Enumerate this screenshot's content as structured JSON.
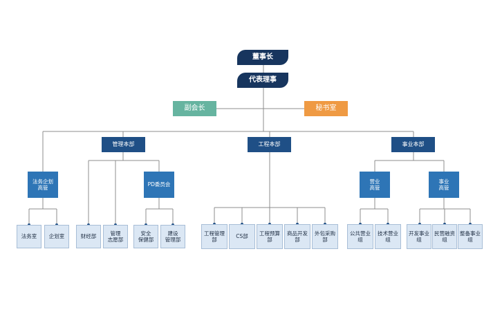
{
  "chairman": "董事长",
  "representative": "代表理事",
  "vice_chairman": "副会长",
  "secretary_office": "秘书室",
  "divisions": {
    "management": {
      "title": "管理本部",
      "legal_planning": "法务企划\n高管",
      "pd_committee": "PD委员会",
      "legal_office": "法务室",
      "planning_office": "企划室",
      "finance": "财经部",
      "management_volunteer": "管理\n志愿部",
      "safety": "安全\n保健部",
      "construction": "建设\n管理部"
    },
    "engineering": {
      "title": "工程本部",
      "items": [
        "工程管理\n部",
        "CS部",
        "工程预算\n部",
        "商品开发\n部",
        "外包采购\n部"
      ]
    },
    "business": {
      "title": "事业本部",
      "sales_exec": "营业\n高管",
      "business_exec": "事业\n高管",
      "public_sales": "公共营业\n组",
      "tech_sales": "技术营业\n组",
      "dev_business": "开发事业\n组",
      "private_invest": "民营融资\n组",
      "maintenance": "整备事业\n组"
    }
  }
}
